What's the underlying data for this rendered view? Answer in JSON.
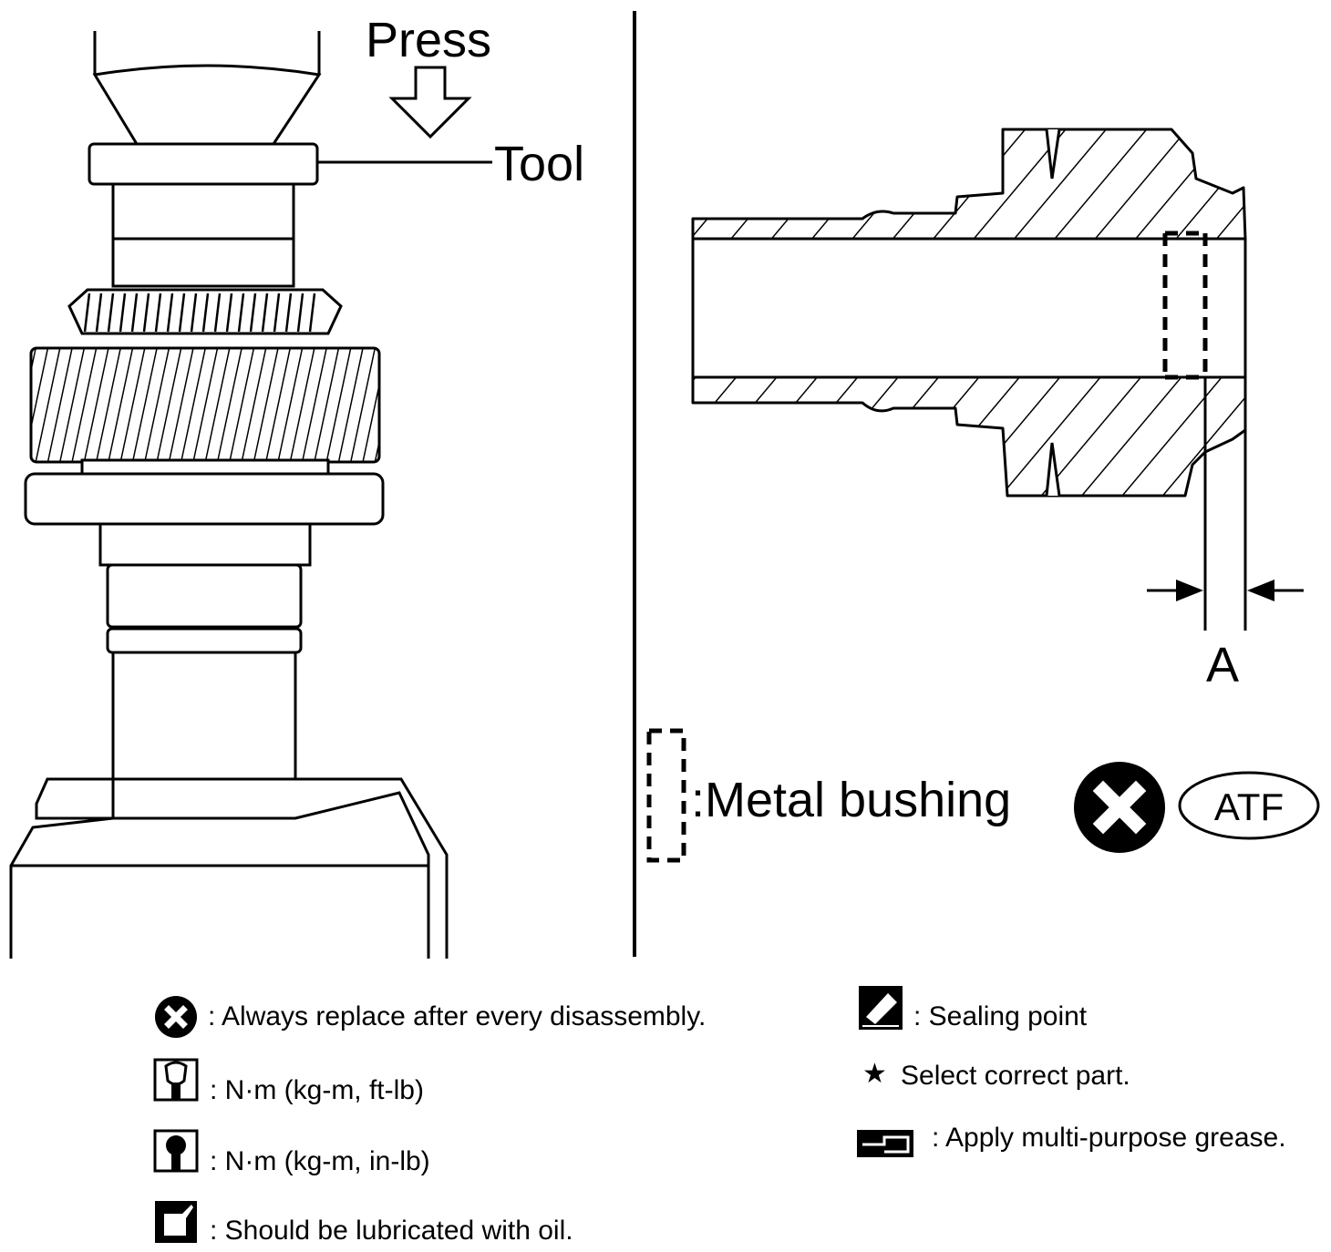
{
  "left_panel": {
    "press_label": "Press",
    "tool_label": "Tool"
  },
  "right_panel": {
    "dimension_label": "A",
    "bushing_label": ":Metal bushing",
    "atf_label": "ATF"
  },
  "legend": {
    "replace": ": Always replace after every disassembly.",
    "torque_ft": ": N·m (kg-m, ft-lb)",
    "torque_in": ": N·m (kg-m, in-lb)",
    "lubricate": ": Should be lubricated with oil.",
    "sealing": ": Sealing point",
    "select_part": "Select correct part.",
    "grease": ": Apply multi-purpose grease.",
    "star_symbol": "★"
  },
  "icons": [
    "press-arrow-icon",
    "replace-icon",
    "atf-icon",
    "torque-wrench-icon",
    "torque-wrench-filled-icon",
    "oil-can-icon",
    "sealing-icon",
    "star-icon",
    "grease-gun-icon"
  ]
}
